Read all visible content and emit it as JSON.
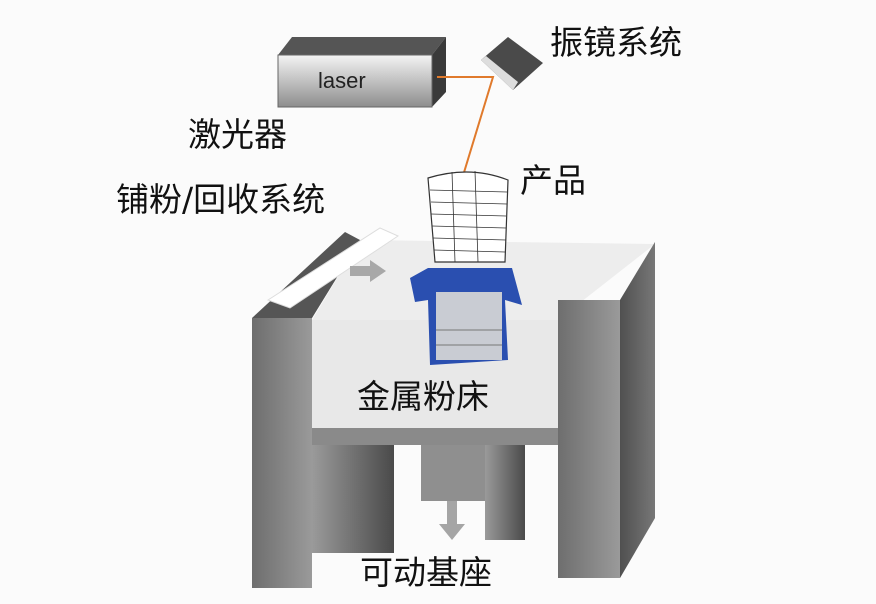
{
  "labels": {
    "laser_box": "laser",
    "laser": "激光器",
    "galvo": "振镜系统",
    "recoater": "铺粉/回收系统",
    "product": "产品",
    "powder_bed": "金属粉床",
    "platform": "可动基座"
  },
  "colors": {
    "beam": "#e07a2c",
    "part_blue": "#2a4fb0",
    "wall": "#7a7a7a"
  }
}
